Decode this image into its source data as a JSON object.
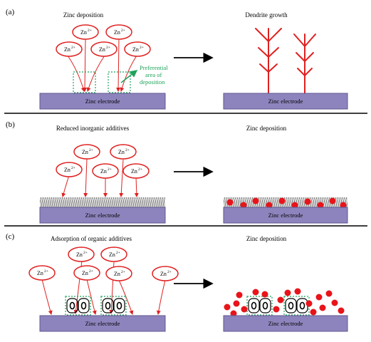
{
  "panels": [
    {
      "label": "(a)",
      "left_title": "Zinc deposition",
      "right_title": "Dendrite growth",
      "left_electrode": "Zinc electrode",
      "right_electrode": "Zinc electrode",
      "callout": [
        "Preferential",
        "area of",
        "deposition"
      ]
    },
    {
      "label": "(b)",
      "left_title": "Reduced inorganic additives",
      "right_title": "Zinc deposition",
      "left_electrode": "Zinc electrode",
      "right_electrode": "Zinc electrode"
    },
    {
      "label": "(c)",
      "left_title": "Adsorption of organic additives",
      "right_title": "Zinc deposition",
      "left_electrode": "Zinc electrode",
      "right_electrode": "Zinc electrode"
    }
  ],
  "ion": {
    "base": "Zn",
    "charge": "2+"
  },
  "colors": {
    "electrode": "#8e84bd",
    "electrode_edge": "#5d5690",
    "ion_and_dendrite": "#e02020",
    "highlight_box": "#1ea35a",
    "additive_layer": "#9a9a9a",
    "divider": "#000000"
  }
}
